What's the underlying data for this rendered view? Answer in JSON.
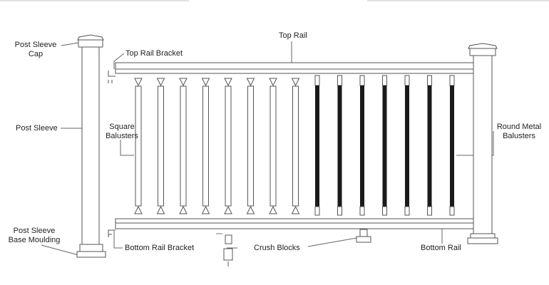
{
  "labels": {
    "post_sleeve_cap": [
      "Post Sleeve",
      "Cap"
    ],
    "top_rail_bracket": "Top Rail Bracket",
    "top_rail": "Top Rail",
    "post_sleeve": "Post Sleeve",
    "square_balusters": [
      "Square",
      "Balusters"
    ],
    "round_metal_balusters": [
      "Round Metal",
      "Balusters"
    ],
    "post_sleeve_base_moulding": [
      "Post Sleeve",
      "Base Moulding"
    ],
    "bottom_rail_bracket": "Bottom Rail Bracket",
    "crush_blocks": "Crush Blocks",
    "bottom_rail": "Bottom Rail"
  },
  "counts": {
    "square_balusters": 8,
    "round_metal_balusters": 7
  },
  "colors": {
    "outline": "#555555",
    "metal": "#1a1a1a",
    "leader": "#666666"
  }
}
